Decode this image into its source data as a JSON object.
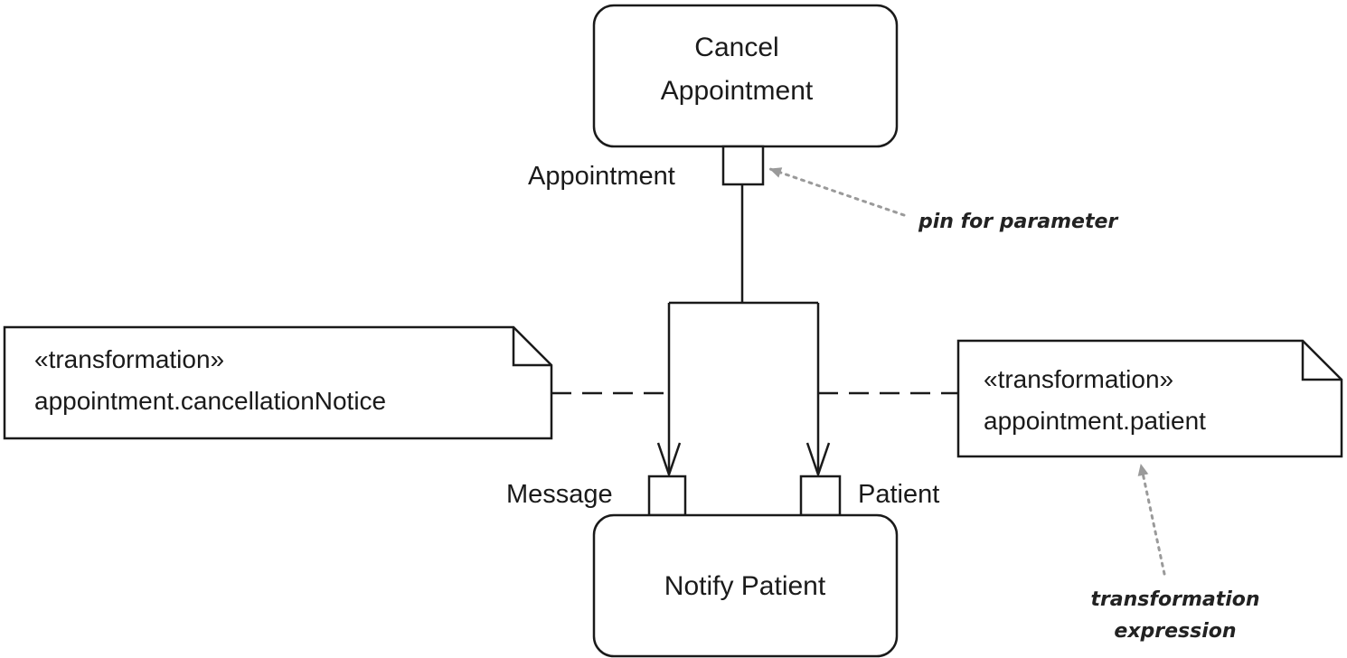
{
  "actions": {
    "cancel_appointment": {
      "line1": "Cancel",
      "line2": "Appointment"
    },
    "notify_patient": {
      "label": "Notify Patient"
    }
  },
  "pins": {
    "appointment": "Appointment",
    "message": "Message",
    "patient": "Patient"
  },
  "notes": {
    "left": {
      "stereotype": "«transformation»",
      "expression": "appointment.cancellationNotice"
    },
    "right": {
      "stereotype": "«transformation»",
      "expression": "appointment.patient"
    }
  },
  "annotations": {
    "pin_for_parameter": "pin for parameter",
    "transformation_expression_line1": "transformation",
    "transformation_expression_line2": "expression"
  },
  "colors": {
    "line": "#1a1a1a",
    "annotation_arrow": "#9a9a9a"
  }
}
